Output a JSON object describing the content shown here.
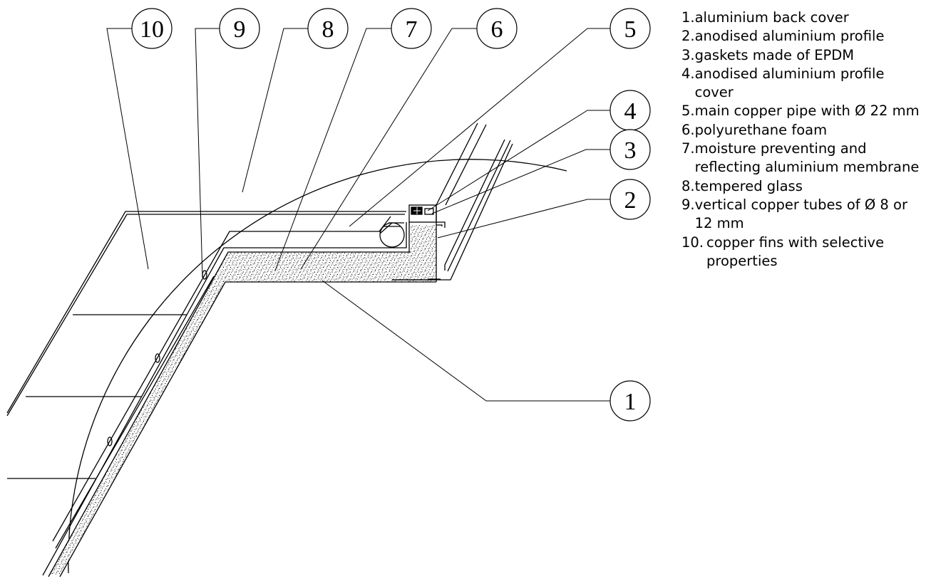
{
  "legend": [
    {
      "num": "1.",
      "text": "aluminium back cover"
    },
    {
      "num": "2.",
      "text": "anodised aluminium profile"
    },
    {
      "num": "3.",
      "text": "gaskets made of EPDM"
    },
    {
      "num": "4.",
      "text": "anodised aluminium profile cover"
    },
    {
      "num": "5.",
      "text": "main copper pipe with Ø 22 mm"
    },
    {
      "num": "6.",
      "text": "polyurethane foam"
    },
    {
      "num": "7.",
      "text": "moisture preventing and reflecting aluminium membrane"
    },
    {
      "num": "8.",
      "text": "tempered glass"
    },
    {
      "num": "9.",
      "text": "vertical copper tubes of Ø 8 or 12 mm"
    },
    {
      "num": "10.",
      "text": "copper fins with selective properties"
    }
  ],
  "callouts": [
    "10",
    "9",
    "8",
    "7",
    "6",
    "5",
    "4",
    "3",
    "2",
    "1"
  ]
}
